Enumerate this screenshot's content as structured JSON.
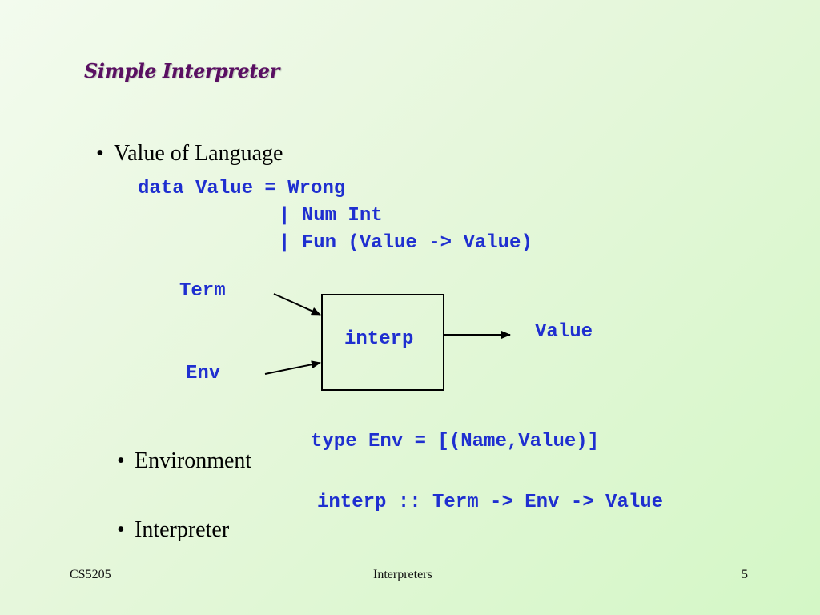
{
  "slide": {
    "title": "Simple Interpreter",
    "bullets": {
      "b1": "Value of Language",
      "b2": "Environment",
      "b3": "Interpreter"
    },
    "bullet_glyph": "•",
    "code": {
      "data_line1": "data Value = Wrong",
      "data_line2": "| Num Int",
      "data_line3": "| Fun (Value -> Value)",
      "env_type": "type Env = [(Name,Value)]",
      "interp_sig": "interp :: Term -> Env -> Value"
    },
    "diagram": {
      "input_term": "Term",
      "input_env": "Env",
      "box_label": "interp",
      "output": "Value"
    },
    "colors": {
      "title": "#5a0f62",
      "code": "#1f2fd0",
      "background": "#d4f7c6"
    }
  },
  "footer": {
    "left": "CS5205",
    "center": "Interpreters",
    "page": "5"
  }
}
